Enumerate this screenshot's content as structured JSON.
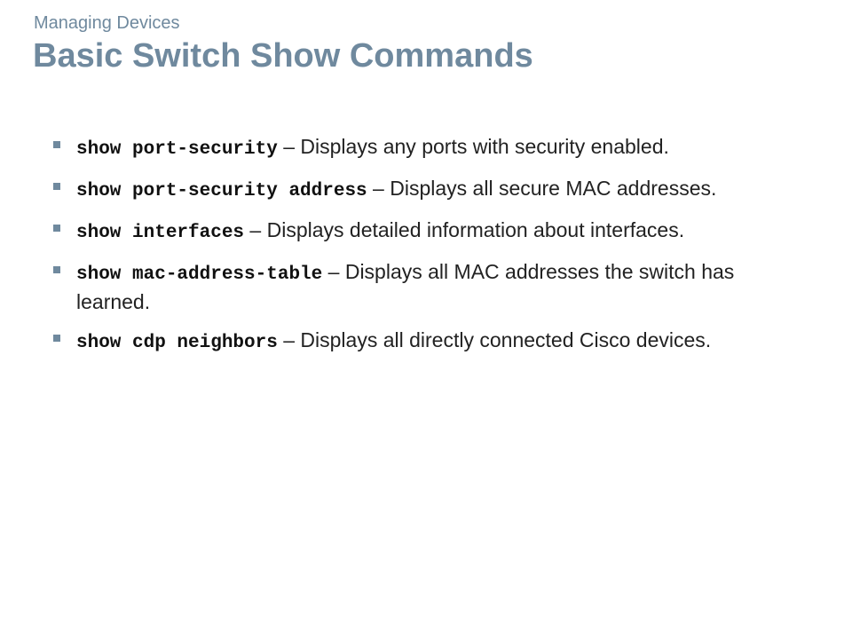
{
  "header": {
    "subtitle": "Managing Devices",
    "title": "Basic Switch Show Commands"
  },
  "bullets": [
    {
      "command": "show port-security",
      "separator": " – ",
      "description": "Displays any ports with security enabled."
    },
    {
      "command": "show port-security address",
      "separator": " – ",
      "description": "Displays all secure MAC addresses."
    },
    {
      "command": "show interfaces",
      "separator": " – ",
      "description": "Displays detailed information about interfaces."
    },
    {
      "command": "show mac-address-table",
      "separator": " – ",
      "description": "Displays all MAC addresses the switch has learned."
    },
    {
      "command": "show cdp neighbors",
      "separator": " – ",
      "description": "Displays all directly connected Cisco devices."
    }
  ]
}
